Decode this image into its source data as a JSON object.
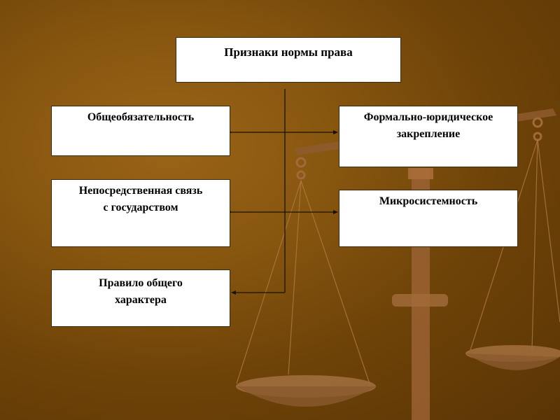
{
  "diagram": {
    "title": "Признаки нормы права",
    "left_items": [
      {
        "line1": "Общеобязательность",
        "line2": ""
      },
      {
        "line1": "Непосредственная связь",
        "line2": "с государством"
      },
      {
        "line1": "Правило общего",
        "line2": "характера"
      }
    ],
    "right_items": [
      {
        "line1": "Формально-юридическое",
        "line2": "закрепление"
      },
      {
        "line1": "Микросистемность",
        "line2": ""
      }
    ]
  },
  "background": {
    "image": "scales-of-justice",
    "colors": {
      "base": "#87560f",
      "dark": "#5a3405",
      "metal": "#a0693a"
    }
  }
}
